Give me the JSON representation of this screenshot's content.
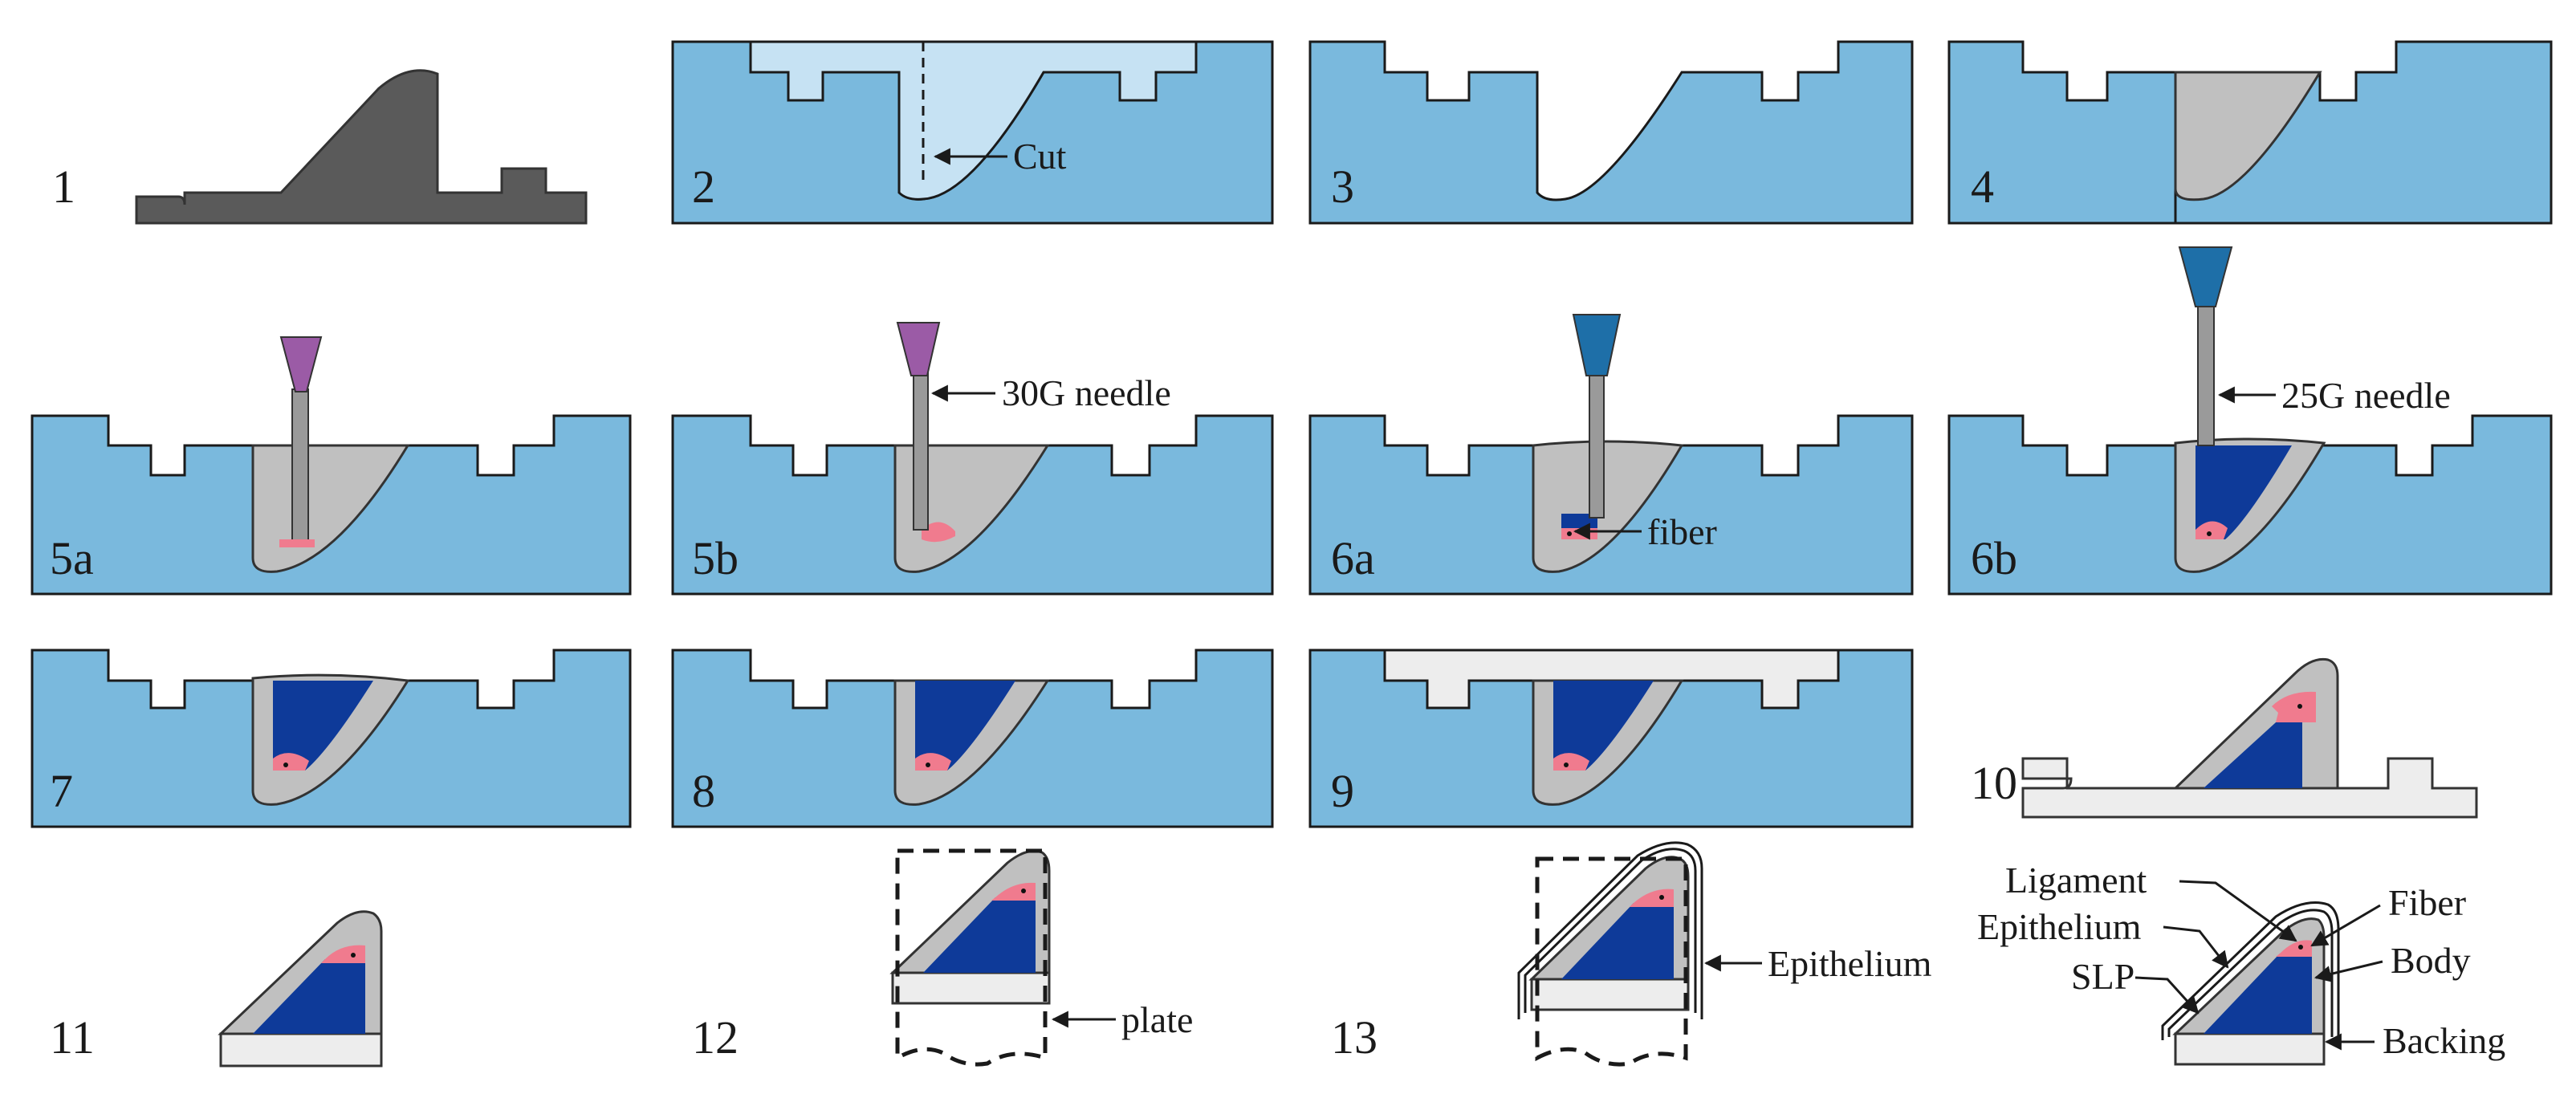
{
  "colors": {
    "mold": "#7ab9dd",
    "master": "#5a5a5a",
    "silicone_grey": "#c0c0c0",
    "body_blue": "#0e3a99",
    "fiber_pink": "#f07b8e",
    "backing": "#ededed",
    "needle_purple": "#9b5ba6",
    "needle_blue": "#1e6fa8"
  },
  "steps": {
    "s1": "1",
    "s2": "2",
    "s3": "3",
    "s4": "4",
    "s5a": "5a",
    "s5b": "5b",
    "s6a": "6a",
    "s6b": "6b",
    "s7": "7",
    "s8": "8",
    "s9": "9",
    "s10": "10",
    "s11": "11",
    "s12": "12",
    "s13": "13"
  },
  "labels": {
    "cut": "Cut",
    "needle30": "30G needle",
    "fiber_step": "fiber",
    "needle25": "25G needle",
    "plate": "plate",
    "epithelium_step": "Epithelium"
  },
  "legend": {
    "ligament": "Ligament",
    "epithelium": "Epithelium",
    "slp": "SLP",
    "fiber": "Fiber",
    "body": "Body",
    "backing": "Backing"
  }
}
